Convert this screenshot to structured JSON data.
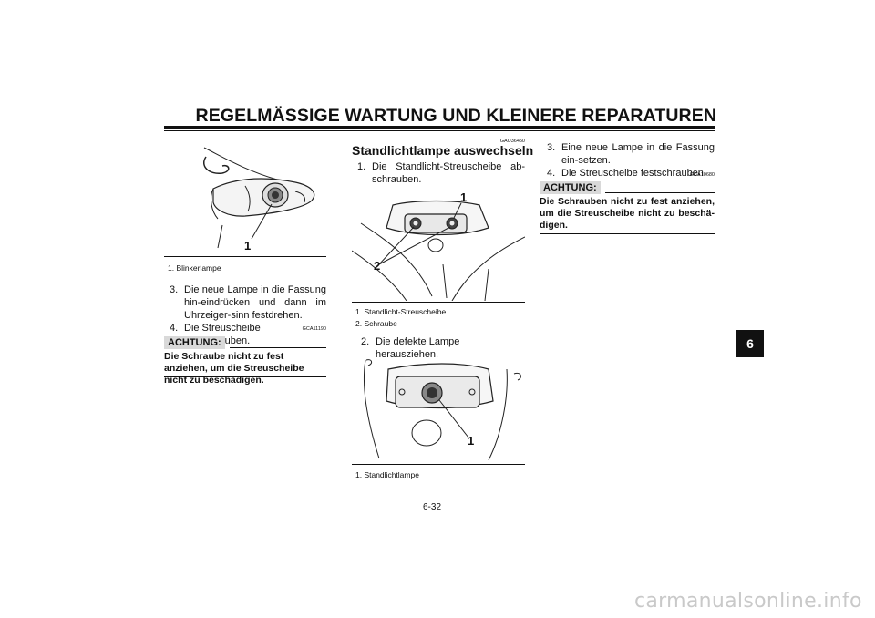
{
  "header": {
    "title": "REGELMÄSSIGE WARTUNG UND KLEINERE REPARATUREN"
  },
  "tab": {
    "chapter": "6"
  },
  "left": {
    "figure_label": "1",
    "caption": "1. Blinkerlampe",
    "steps": [
      {
        "num": "3.",
        "text": "Die neue Lampe in die Fassung hin-eindrücken und dann im Uhrzeiger-sinn festdrehen."
      },
      {
        "num": "4.",
        "text": "Die Streuscheibe festschrauben."
      }
    ],
    "code": "GCA11190",
    "achtung": "ACHTUNG:",
    "warning": "Die Schraube nicht zu fest anziehen, um die Streuscheibe nicht zu beschädigen."
  },
  "middle": {
    "code": "GAU36450",
    "heading": "Standlichtlampe auswechseln",
    "step1": {
      "num": "1.",
      "text": "Die Standlicht-Streuscheibe ab-schrauben."
    },
    "figure1_labels": {
      "one": "1",
      "two": "2"
    },
    "captions1": [
      "1. Standlicht-Streuscheibe",
      "2. Schraube"
    ],
    "step2": {
      "num": "2.",
      "text": "Die defekte Lampe herausziehen."
    },
    "figure2_label": "1",
    "caption2": "1. Standlichtlampe"
  },
  "right": {
    "steps": [
      {
        "num": "3.",
        "text": "Eine neue Lampe in die Fassung ein-setzen."
      },
      {
        "num": "4.",
        "text": "Die Streuscheibe festschrauben."
      }
    ],
    "code": "GCA10680",
    "achtung": "ACHTUNG:",
    "warning": "Die Schrauben nicht zu fest anziehen, um die Streuscheibe nicht zu beschä-digen."
  },
  "footer": {
    "page": "6-32",
    "watermark": "carmanualsonline.info"
  }
}
